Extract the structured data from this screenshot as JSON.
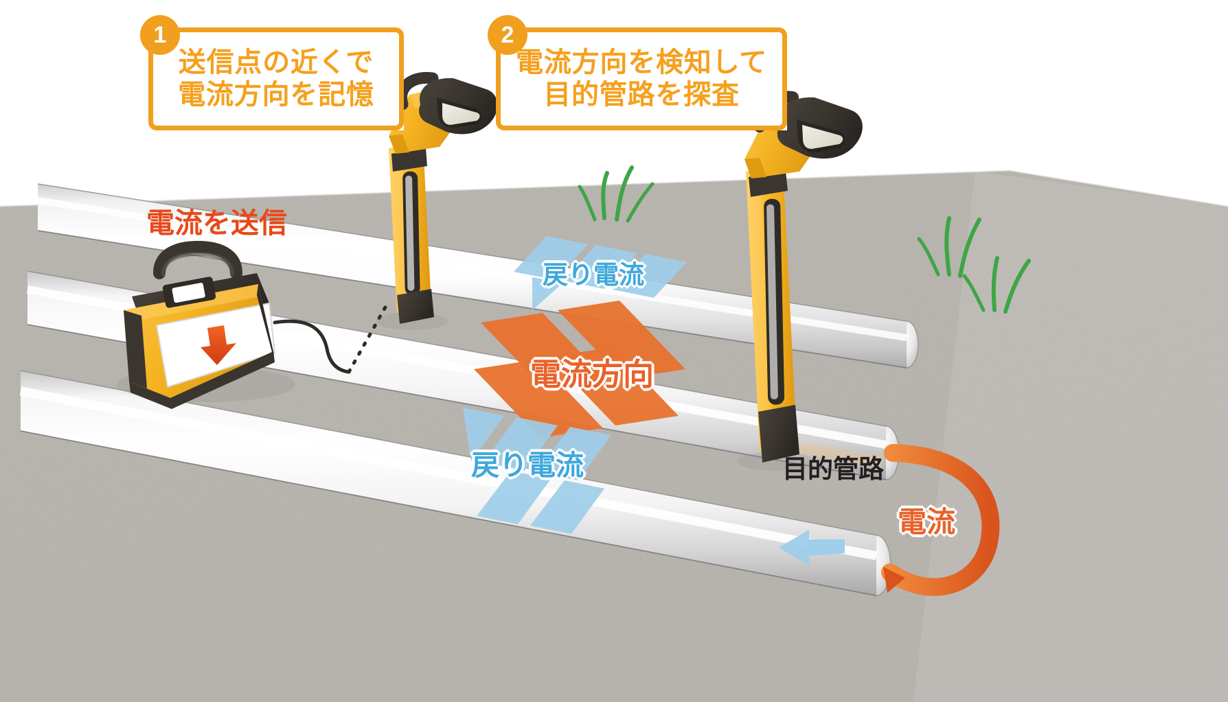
{
  "diagram": {
    "title_context": "current-direction pipe locating illustration",
    "colors": {
      "callout_orange": "#F0A01E",
      "label_red": "#E8491A",
      "arrow_orange": "#E8722E",
      "arrow_blue": "#9ECDE9",
      "label_blue": "#3EA8DC",
      "label_dark": "#231F20",
      "device_yellow": "#F5B423",
      "device_dark": "#3A352F",
      "pipe_white": "#FFFFFF",
      "ground_grey": "#D8D4CE",
      "grass_green": "#3FA546"
    },
    "callouts": [
      {
        "number": "1",
        "lines": [
          "送信点の近くで",
          "電流方向を記憶"
        ]
      },
      {
        "number": "2",
        "lines": [
          "電流方向を検知して",
          "目的管路を探査"
        ]
      }
    ],
    "labels": [
      {
        "key": "transmit",
        "text": "電流を送信",
        "style": "red"
      },
      {
        "key": "return_upper",
        "text": "戻り電流",
        "style": "blue"
      },
      {
        "key": "current_dir",
        "text": "電流方向",
        "style": "orange"
      },
      {
        "key": "return_lower",
        "text": "戻り電流",
        "style": "blue"
      },
      {
        "key": "target_pipe",
        "text": "目的管路",
        "style": "dark"
      },
      {
        "key": "current_right",
        "text": "電流",
        "style": "orange"
      }
    ],
    "objects": {
      "transmitter_name": "current transmitter unit",
      "receiver_1_name": "locator wand near transmit point",
      "receiver_2_name": "locator wand over target pipe",
      "pipes_count": "3",
      "grass_clumps": "3"
    }
  }
}
